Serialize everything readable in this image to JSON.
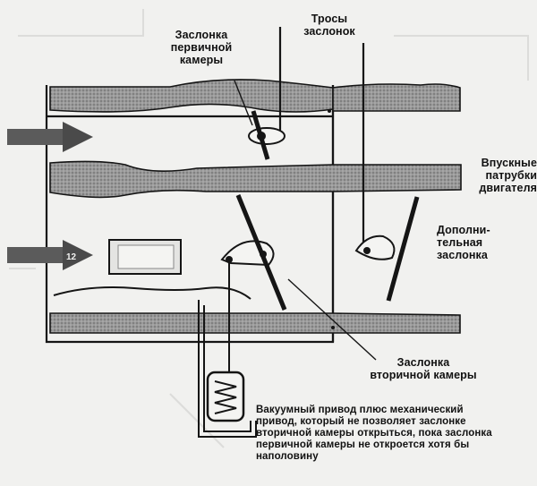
{
  "diagram": {
    "labels": {
      "primary_damper": "Заслонка\nпервичной\nкамеры",
      "damper_cables": "Тросы\nзаслонок",
      "engine_inlet_pipes": "Впускные\nпатрубки\nдвигателя",
      "additional_damper": "Дополни-\nтельная\nзаслонка",
      "secondary_damper": "Заслонка\nвторичной камеры",
      "vacuum_drive_note": "Вакуумный привод плюс механический\nпривод, который не позволяет заслонке\nвторичной камеры открыться, пока заслонка\nпервичной камеры не откроется хотя бы\nнаполовину"
    },
    "arrow_badge": "12",
    "colors": {
      "background": "#f1f1ef",
      "hatch": "#8a8a8a",
      "line": "#151515"
    }
  }
}
